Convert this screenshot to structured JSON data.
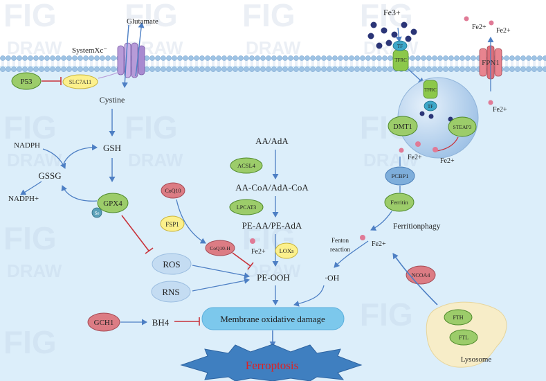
{
  "watermark": {
    "line1": "FIG",
    "line2": "DRAW"
  },
  "membrane_labels": {
    "glutamate": "Glutamate",
    "systemxc": "SystemXc⁻",
    "fe3": "Fe3+",
    "tf_top": "TF",
    "tfrc_top": "TFRC",
    "fe2_out_a": "Fe2+",
    "fe2_out_b": "Fe2+",
    "fpn1": "FPN1",
    "fe2_in": "Fe2+"
  },
  "left_pathway": {
    "p53": "P53",
    "slc7a11": "SLC7A11",
    "cystine": "Cystine",
    "nadph": "NADPH",
    "gsh": "GSH",
    "gssg": "GSSG",
    "gpx4": "GPX4",
    "se": "Se",
    "nadph_plus": "NADPH+"
  },
  "center_pathway": {
    "aa_ada": "AA/AdA",
    "acsl4": "ACSL4",
    "aa_coa": "AA-CoA/AdA-CoA",
    "lpcat3": "LPCAT3",
    "pe_aa": "PE-AA/PE-AdA",
    "fe2": "Fe2+",
    "loxs": "LOXs",
    "pe_ooh": "PE-OOH",
    "coq10": "CoQ10",
    "fsp1": "FSP1",
    "coq10h": "CoQ10-H",
    "ros": "ROS",
    "rns": "RNS",
    "oh": "·OH",
    "gch1": "GCH1",
    "bh4": "BH4",
    "membrane_damage": "Membrane oxidative damage",
    "ferroptosis": "Ferroptosis"
  },
  "right_pathway": {
    "tfrc_endo": "TFRC",
    "tf_endo": "TF",
    "dmt1": "DMT1",
    "steap3": "STEAP3",
    "fe2_endo_a": "Fe2+",
    "fe2_endo_b": "Fe2+",
    "pcbp1": "PCBP1",
    "ferritin": "Ferritin",
    "ferritinophagy": "Ferritionphagy",
    "fenton_line1": "Fenton",
    "fenton_line2": "reaction",
    "fe2_pool": "Fe2+",
    "ncoa4": "NCOA4",
    "fth": "FTH",
    "ftl": "FTL",
    "lysosome": "Lysosome"
  },
  "colors": {
    "cytoplasm": "#dceefa",
    "membrane_head": "#9ec3e4",
    "membrane_tail": "#c9ddef",
    "arrow": "#4d7fc4",
    "inhibit": "#c8323a",
    "green_node": "#9ccc6a",
    "green_stroke": "#4f8a2b",
    "yellow_node": "#fcf08c",
    "red_node": "#dc7c84",
    "blue_node": "#c4dcf2",
    "membrane_damage_fill": "#7cc8ec",
    "ferroptosis_fill": "#3f7fc0",
    "ferroptosis_text": "#e02020",
    "lysosome_fill": "#f7edc8",
    "iron_dark": "#2b3577",
    "iron_pink": "#e07a96",
    "endosome_fill": "#b9d4ef"
  }
}
